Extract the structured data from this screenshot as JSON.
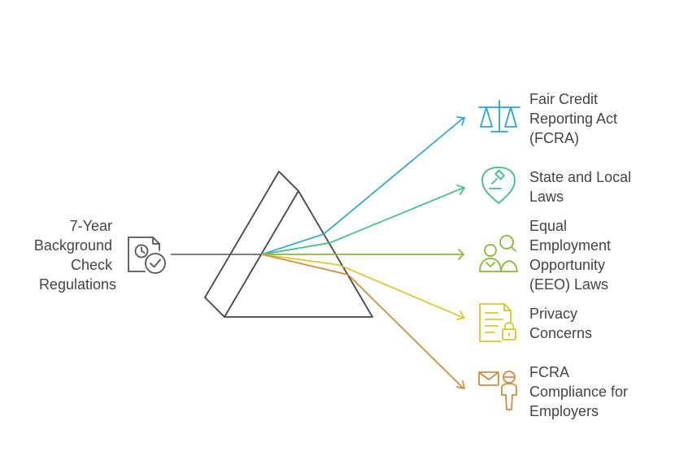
{
  "source": {
    "label_lines": [
      "7-Year",
      "Background",
      "Check",
      "Regulations"
    ],
    "icon": "document-clock-check-icon",
    "color": "#555555"
  },
  "outputs": [
    {
      "label_lines": [
        "Fair Credit",
        "Reporting Act",
        "(FCRA)"
      ],
      "icon": "scales-icon",
      "color": "#2AA5CF"
    },
    {
      "label_lines": [
        "State and Local",
        "Laws"
      ],
      "icon": "location-gavel-icon",
      "color": "#3EBE84"
    },
    {
      "label_lines": [
        "Equal",
        "Employment",
        "Opportunity",
        "(EEO) Laws"
      ],
      "icon": "people-search-icon",
      "color": "#8AB832"
    },
    {
      "label_lines": [
        "Privacy",
        "Concerns"
      ],
      "icon": "document-lock-icon",
      "color": "#D8C72A"
    },
    {
      "label_lines": [
        "FCRA",
        "Compliance for",
        "Employers"
      ],
      "icon": "mail-person-icon",
      "color": "#D4893A"
    }
  ]
}
